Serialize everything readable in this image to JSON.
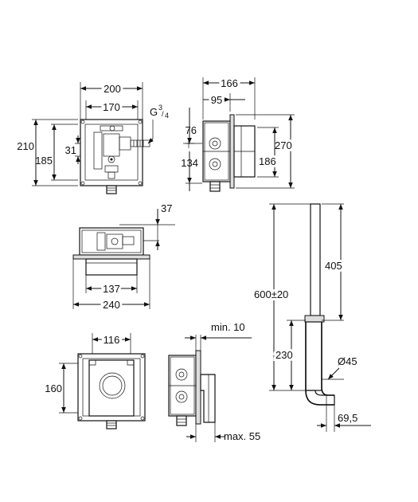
{
  "views": {
    "front": {
      "width_outer": "200",
      "width_inner": "170",
      "thread_g": "G",
      "thread_num": "3",
      "thread_den": "4",
      "height_outer": "210",
      "height_inner": "185",
      "inlet_offset": "31"
    },
    "side": {
      "depth_total": "166",
      "depth_box": "95",
      "inlet_height": "76",
      "outlet_height": "134",
      "height_total": "270",
      "height_box": "186"
    },
    "top": {
      "pipe_dim": "37",
      "inner_width": "137",
      "plate_width": "240"
    },
    "pipe": {
      "upper_length": "405",
      "total_length": "600±20",
      "lower_length": "230",
      "diameter": "Ø45",
      "offset": "69,5"
    },
    "front_cover": {
      "width": "116",
      "height": "160"
    },
    "side_cover": {
      "min_depth": "min. 10",
      "max_depth": "max. 55"
    }
  }
}
